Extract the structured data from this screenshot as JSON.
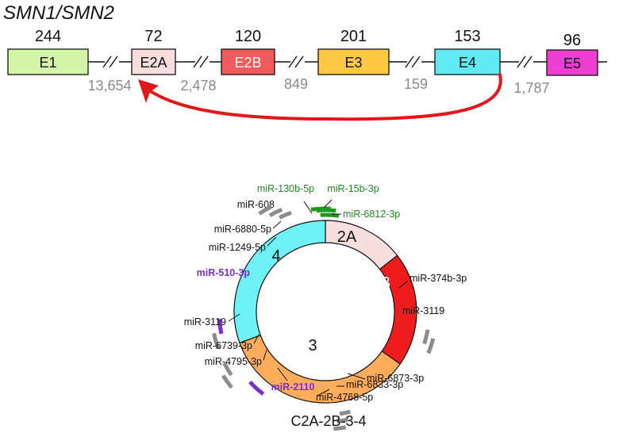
{
  "title": "SMN1/SMN2",
  "exons": [
    {
      "name": "E1",
      "length": "244",
      "fill": "#d4f5a8",
      "text_color": "#111111"
    },
    {
      "name": "E2A",
      "length": "72",
      "fill": "#f9dede",
      "text_color": "#111111"
    },
    {
      "name": "E2B",
      "length": "120",
      "fill": "#ef5a5a",
      "text_color": "#ffffff"
    },
    {
      "name": "E3",
      "length": "201",
      "fill": "#ffc842",
      "text_color": "#111111"
    },
    {
      "name": "E4",
      "length": "153",
      "fill": "#61eaf2",
      "text_color": "#111111"
    },
    {
      "name": "E5",
      "length": "96",
      "fill": "#ef3ed2",
      "text_color": "#111111"
    }
  ],
  "introns": [
    "13,654",
    "2,478",
    "849",
    "159",
    "1,787"
  ],
  "backsplice_color": "#e01818",
  "circle": {
    "caption": "C2A-2B-3-4",
    "segments": [
      {
        "label": "2A",
        "fill": "#f9dede",
        "text_color": "#111111"
      },
      {
        "label": "2B",
        "fill": "#ee1c1c",
        "text_color": "#ffffff"
      },
      {
        "label": "3",
        "fill": "#ffad5a",
        "text_color": "#111111"
      },
      {
        "label": "4",
        "fill": "#6ef2f5",
        "text_color": "#111111"
      }
    ]
  },
  "mirnas": [
    {
      "label": "miR-130b-5p",
      "group": "green"
    },
    {
      "label": "miR-15b-3p",
      "group": "green"
    },
    {
      "label": "miR-6812-3p",
      "group": "green"
    },
    {
      "label": "miR-608",
      "group": "gray"
    },
    {
      "label": "miR-6880-5p",
      "group": "gray"
    },
    {
      "label": "miR-1249-5p",
      "group": "gray"
    },
    {
      "label": "miR-510-3p",
      "group": "purple"
    },
    {
      "label": "miR-3119",
      "group": "gray"
    },
    {
      "label": "miR-6739-3p",
      "group": "gray"
    },
    {
      "label": "miR-4795-3p",
      "group": "gray"
    },
    {
      "label": "miR-2110",
      "group": "purple"
    },
    {
      "label": "miR-374b-3p",
      "group": "gray"
    },
    {
      "label": "miR-3119",
      "group": "gray"
    },
    {
      "label": "miR-6873-3p",
      "group": "gray"
    },
    {
      "label": "miR-6833-3p",
      "group": "gray"
    },
    {
      "label": "miR-4768-5p",
      "group": "gray"
    }
  ],
  "group_colors": {
    "green": "#1f9a1f",
    "gray": "#8c8c8c",
    "purple": "#7b2fc9"
  }
}
